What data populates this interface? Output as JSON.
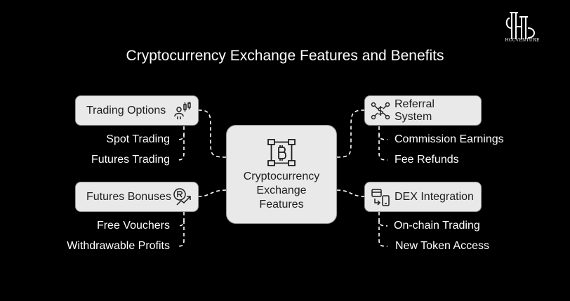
{
  "title": "Cryptocurrency Exchange Features and Benefits",
  "logo": {
    "text": "HCCVENTURE"
  },
  "center": {
    "lines": [
      "Cryptocurrency",
      "Exchange",
      "Features"
    ],
    "icon": "blockchain-bitcoin-icon"
  },
  "branches": {
    "trading_options": {
      "label": "Trading Options",
      "icon": "candlestick-person-icon",
      "items": [
        "Spot Trading",
        "Futures Trading"
      ]
    },
    "futures_bonuses": {
      "label": "Futures Bonuses",
      "icon": "registered-growth-icon",
      "items": [
        "Free Vouchers",
        "Withdrawable Profits"
      ]
    },
    "referral_system": {
      "label": "Referral System",
      "icon": "referral-network-icon",
      "items": [
        "Commission Earnings",
        "Fee Refunds"
      ]
    },
    "dex_integration": {
      "label": "DEX Integration",
      "icon": "wallet-swap-icon",
      "items": [
        "On-chain Trading",
        "New Token Access"
      ]
    }
  },
  "colors": {
    "background": "#000000",
    "box_fill": "#e9e9e9",
    "box_border": "#9a9a9a",
    "connector": "#ffffff"
  }
}
